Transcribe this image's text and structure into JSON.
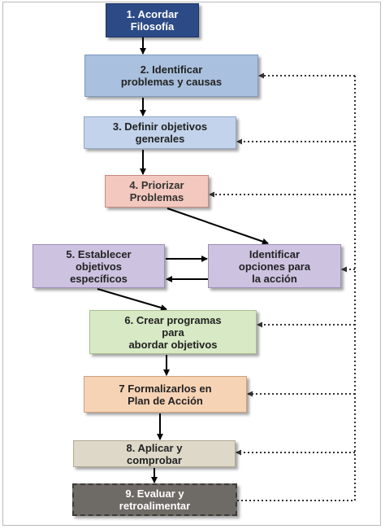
{
  "steps": {
    "s1": "1. Acordar\nFilosofía",
    "s2": "2. Identificar\nproblemas y causas",
    "s3": "3. Definir objetivos\ngenerales",
    "s4": "4. Priorizar\nProblemas",
    "s5": "5. Establecer\nobjetivos\nespecíficos",
    "s5b": "Identificar\nopciones para\nla acción",
    "s6": "6. Crear programas\npara\nabordar objetivos",
    "s7": "7 Formalizarlos en\nPlan de Acción",
    "s8": "8. Aplicar y\ncomprobar",
    "s9": "9. Evaluar y\nretroalimentar"
  },
  "colors": {
    "step1": "#2c4a86",
    "step2": "#a9c0de",
    "step3": "#c2d3eb",
    "step4": "#f3c8be",
    "step5": "#cdc2e0",
    "step6": "#d8e9c5",
    "step7": "#f6d3b5",
    "step8": "#ddd8c8",
    "step9": "#6e6a66"
  }
}
